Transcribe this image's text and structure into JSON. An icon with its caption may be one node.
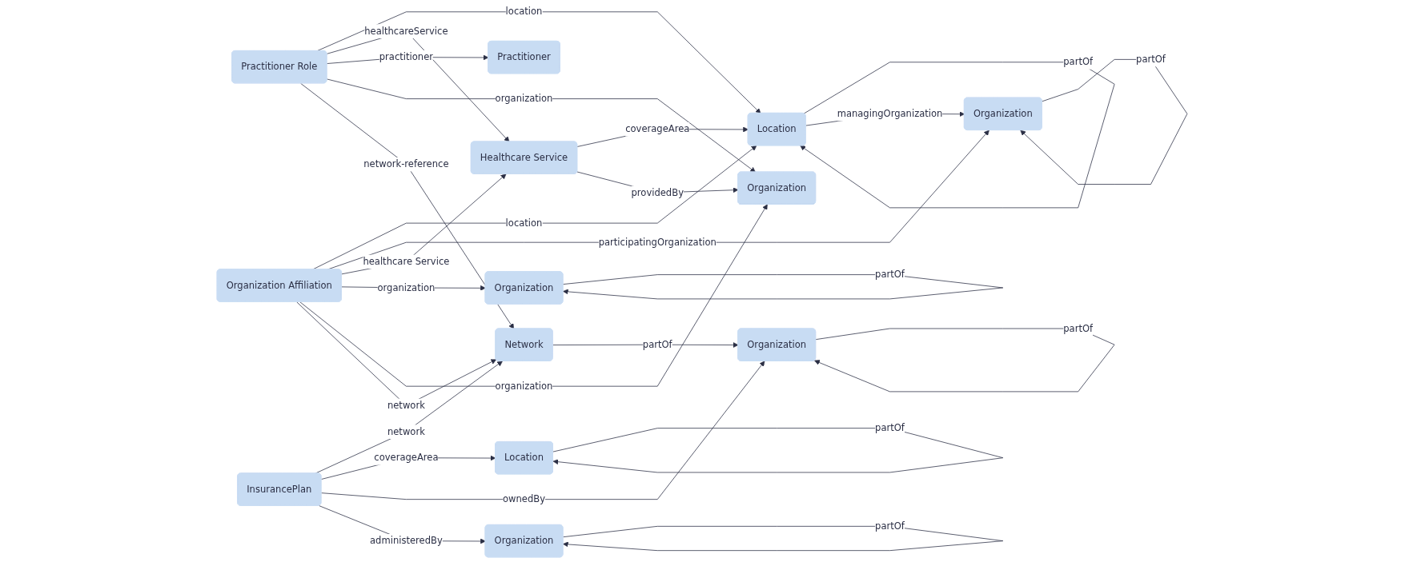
{
  "diagram": {
    "nodes": [
      {
        "text": [
          "Location"
        ]
      },
      {
        "text": [
          "Organization"
        ]
      },
      {
        "text": [
          "Healthcare Service"
        ]
      },
      {
        "text": [
          "Organization Affiliation"
        ]
      },
      {
        "text": [
          "Organization"
        ]
      },
      {
        "text": [
          "Practitioner"
        ]
      },
      {
        "text": [
          "Practitioner Role"
        ]
      },
      {
        "text": [
          "Organization"
        ]
      },
      {
        "text": [
          "Network"
        ]
      },
      {
        "text": [
          "InsurancePlan"
        ]
      },
      {
        "text": [
          "Location"
        ]
      },
      {
        "text": [
          "Organization"
        ]
      },
      {
        "text": [
          "Organization"
        ]
      }
    ],
    "edges": [
      {
        "from": 0,
        "to": 0,
        "label": "partOf",
        "arrow": "to"
      },
      {
        "from": 6,
        "to": 0,
        "label": "location",
        "arrow": "to"
      },
      {
        "from": 0,
        "to": 1,
        "label": "managingOrganization",
        "arrow": "to"
      },
      {
        "from": 1,
        "to": 1,
        "label": "partOf",
        "arrow": "to"
      },
      {
        "from": 2,
        "to": 0,
        "label": "coverageArea",
        "arrow": "to"
      },
      {
        "from": 3,
        "to": 0,
        "label": "location",
        "arrow": "to"
      },
      {
        "from": 3,
        "to": 1,
        "label": "participatingOrganization",
        "arrow": "to"
      },
      {
        "from": 3,
        "to": 2,
        "label": "healthcare Service",
        "arrow": "to"
      },
      {
        "from": 6,
        "to": 2,
        "label": "healthcareService",
        "arrow": "to"
      },
      {
        "from": 3,
        "to": 4,
        "label": "organization",
        "arrow": "to"
      },
      {
        "from": 4,
        "to": 4,
        "label": "partOf",
        "arrow": "to"
      },
      {
        "from": 2,
        "to": 7,
        "label": "providedBy",
        "arrow": "to"
      },
      {
        "from": 3,
        "to": 7,
        "label": "organization",
        "arrow": "to"
      },
      {
        "from": 6,
        "to": 5,
        "label": "practitioner",
        "arrow": "to"
      },
      {
        "from": 6,
        "to": 7,
        "label": "organization",
        "arrow": "to"
      },
      {
        "from": 3,
        "to": 8,
        "label": "network",
        "arrow": "to"
      },
      {
        "from": 6,
        "to": 8,
        "label": "network-reference",
        "arrow": "to"
      },
      {
        "from": 9,
        "to": 8,
        "label": "network",
        "arrow": "to"
      },
      {
        "from": 9,
        "to": 10,
        "label": "coverageArea",
        "arrow": "to"
      },
      {
        "from": 10,
        "to": 10,
        "label": "partOf",
        "arrow": "to"
      },
      {
        "from": 8,
        "to": 11,
        "label": "partOf",
        "arrow": "to"
      },
      {
        "from": 9,
        "to": 11,
        "label": "ownedBy",
        "arrow": "to"
      },
      {
        "from": 11,
        "to": 11,
        "label": "partOf",
        "arrow": "to"
      },
      {
        "from": 9,
        "to": 12,
        "label": "administeredBy",
        "arrow": "to"
      },
      {
        "from": 12,
        "to": 12,
        "label": "partOf",
        "arrow": "to"
      }
    ]
  }
}
